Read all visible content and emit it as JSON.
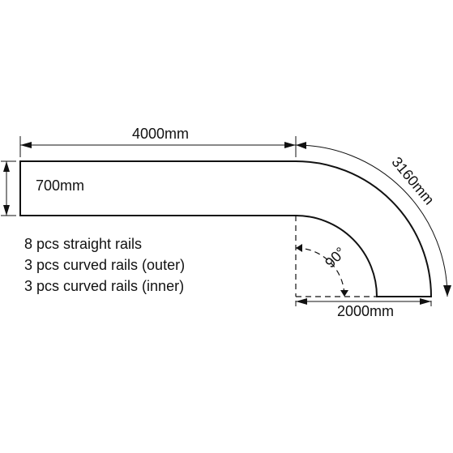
{
  "dimensions": {
    "straight_length": "4000mm",
    "width": "700mm",
    "curve_arc_length": "3160mm",
    "angle": "90°",
    "outer_radius": "2000mm"
  },
  "parts_list": [
    "8 pcs straight rails",
    "3 pcs curved rails (outer)",
    "3 pcs curved rails (inner)"
  ]
}
